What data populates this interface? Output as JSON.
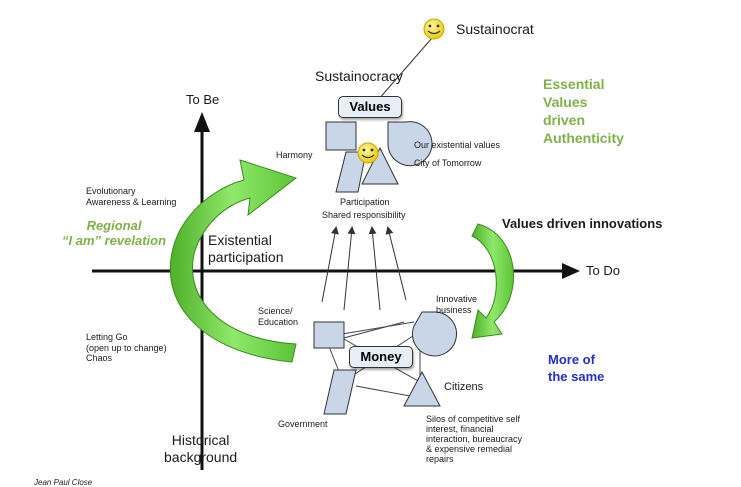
{
  "labels": {
    "sustainocrat": "Sustainocrat",
    "sustainocracy": "Sustainocracy",
    "values_box": "Values",
    "money_box": "Money",
    "to_be": "To Be",
    "to_do": "To Do",
    "essential": [
      "Essential",
      "Values",
      "driven",
      "Authenticity"
    ],
    "harmony": "Harmony",
    "our_values": "Our existential values",
    "city": "City of Tomorrow",
    "participation": "Participation",
    "shared": "Shared responsibility",
    "evolutionary": [
      "Evolutionary",
      "Awareness & Learning"
    ],
    "regional": [
      "Regional",
      "“I am” revelation"
    ],
    "existential": [
      "Existential",
      "participation"
    ],
    "values_innov": "Values driven innovations",
    "science": [
      "Science/",
      "Education"
    ],
    "innovative": [
      "Innovative",
      "business"
    ],
    "letting_go": [
      "Letting Go",
      "(open up to change)",
      "Chaos"
    ],
    "more_same": [
      "More of",
      "the same"
    ],
    "citizens": "Citizens",
    "government": "Government",
    "silos": [
      "Silos of competitive self",
      "interest, financial",
      "interaction, bureaucracy",
      "& expensive remedial",
      "repairs"
    ],
    "historical": [
      "Historical",
      "background"
    ],
    "credit": "Jean Paul Close"
  },
  "colors": {
    "green_text": "#7fb04a",
    "green_arrow": "#7ed957",
    "blue_text": "#2330c8",
    "shape_fill": "#c9d6e8"
  },
  "icons": [
    "smiley-icon"
  ]
}
